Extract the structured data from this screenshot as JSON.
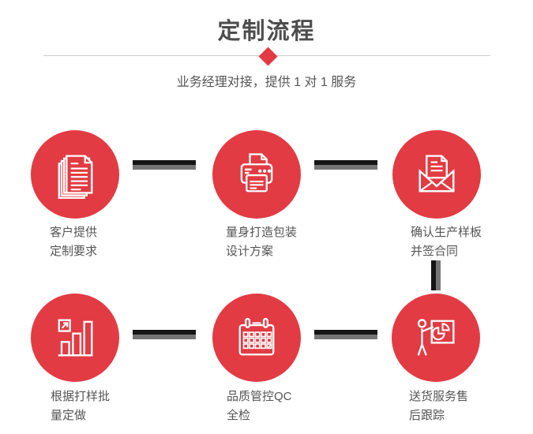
{
  "header": {
    "title": "定制流程",
    "subtitle": "业务经理对接，提供 1 对 1 服务"
  },
  "colors": {
    "accent_red": "#e23b43",
    "title_text": "#4d4d4d",
    "body_text": "#555555",
    "connector_dark": "#151515",
    "connector_gray": "#757575",
    "divider_line": "#cccccc",
    "icon_stroke": "#ffffff"
  },
  "steps": [
    {
      "icon": "documents-icon",
      "label_line1": "客户提供",
      "label_line2": "定制要求"
    },
    {
      "icon": "printer-icon",
      "label_line1": "量身打造包装",
      "label_line2": "设计方案"
    },
    {
      "icon": "envelope-icon",
      "label_line1": "确认生产样板",
      "label_line2": "并签合同"
    },
    {
      "icon": "bar-chart-icon",
      "label_line1": "根据打样批",
      "label_line2": "量定做"
    },
    {
      "icon": "calendar-icon",
      "label_line1": "品质管控QC",
      "label_line2": "全检"
    },
    {
      "icon": "presenter-icon",
      "label_line1": "送货服务售",
      "label_line2": "后跟踪"
    }
  ]
}
